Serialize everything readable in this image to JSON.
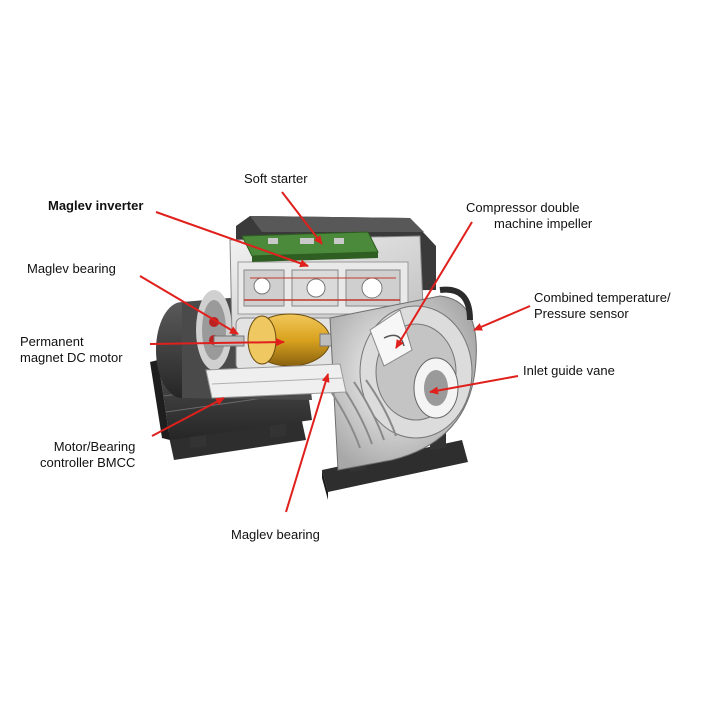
{
  "labels": {
    "soft_starter": "Soft starter",
    "maglev_inverter": "Maglev inverter",
    "maglev_bearing_top": "Maglev bearing",
    "permanent_magnet_l1": "Permanent",
    "permanent_magnet_l2": "magnet DC motor",
    "motor_bearing_l1": "Motor/Bearing",
    "motor_bearing_l2": "controller BMCC",
    "maglev_bearing_bottom": "Maglev bearing",
    "compressor_l1": "Compressor double",
    "compressor_l2": "machine impeller",
    "combined_l1": "Combined temperature/",
    "combined_l2": "Pressure sensor",
    "inlet_guide_vane": "Inlet guide vane"
  },
  "colors": {
    "leader": "#e0201c",
    "housing_dark": "#3c3c3c",
    "housing_light": "#d9d9d9",
    "rotor": "#d9a21e",
    "board": "#4a8a3a"
  }
}
